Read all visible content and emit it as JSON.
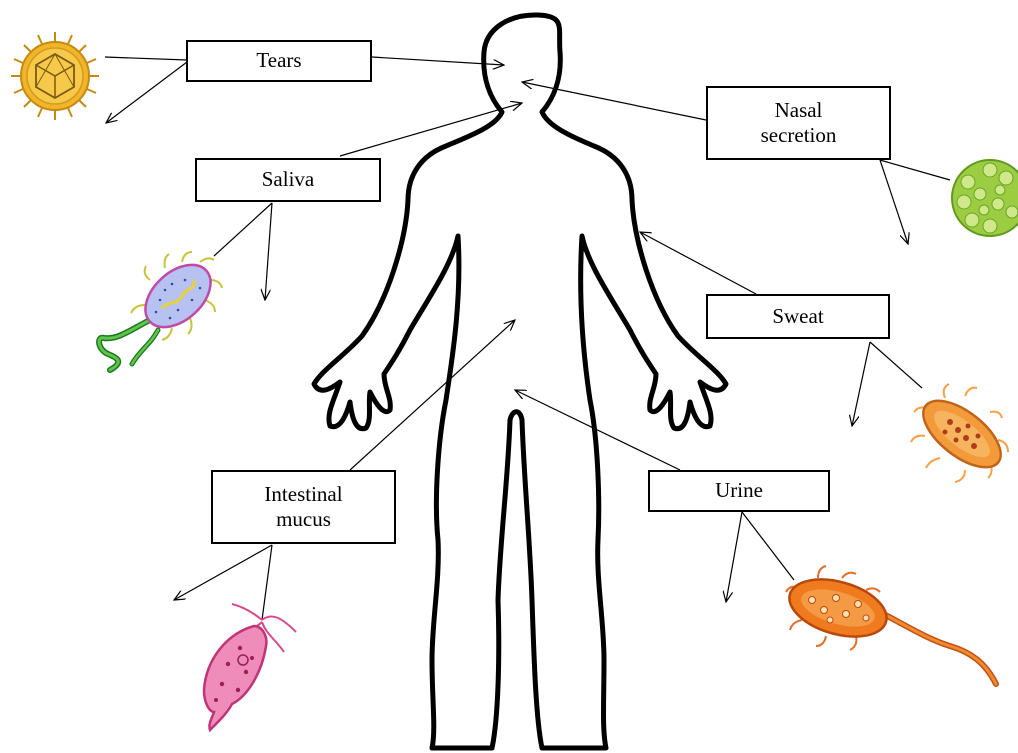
{
  "labels": {
    "tears": {
      "text": "Tears"
    },
    "saliva": {
      "text": "Saliva"
    },
    "nasal": {
      "line1": "Nasal",
      "line2": "secretion"
    },
    "sweat": {
      "text": "Sweat"
    },
    "intestinal": {
      "line1": "Intestinal",
      "line2": "mucus"
    },
    "urine": {
      "text": "Urine"
    }
  },
  "microbes": [
    {
      "name": "virus-icon",
      "depicts": "virus",
      "color": "#f0b224"
    },
    {
      "name": "bacterium-flagellated-icon",
      "depicts": "flagellated bacterium",
      "color": "#b9c3ee"
    },
    {
      "name": "green-cell-icon",
      "depicts": "green spherical microbe",
      "color": "#8fc43a"
    },
    {
      "name": "rod-bacterium-icon",
      "depicts": "rod bacterium",
      "color": "#f08a2c"
    },
    {
      "name": "protozoan-icon",
      "depicts": "pink flagellate protozoan",
      "color": "#e879a8"
    },
    {
      "name": "bacillus-tail-icon",
      "depicts": "bacillus with tail",
      "color": "#f07a1e"
    }
  ],
  "colors": {
    "outline": "#000000",
    "background": "#ffffff"
  }
}
